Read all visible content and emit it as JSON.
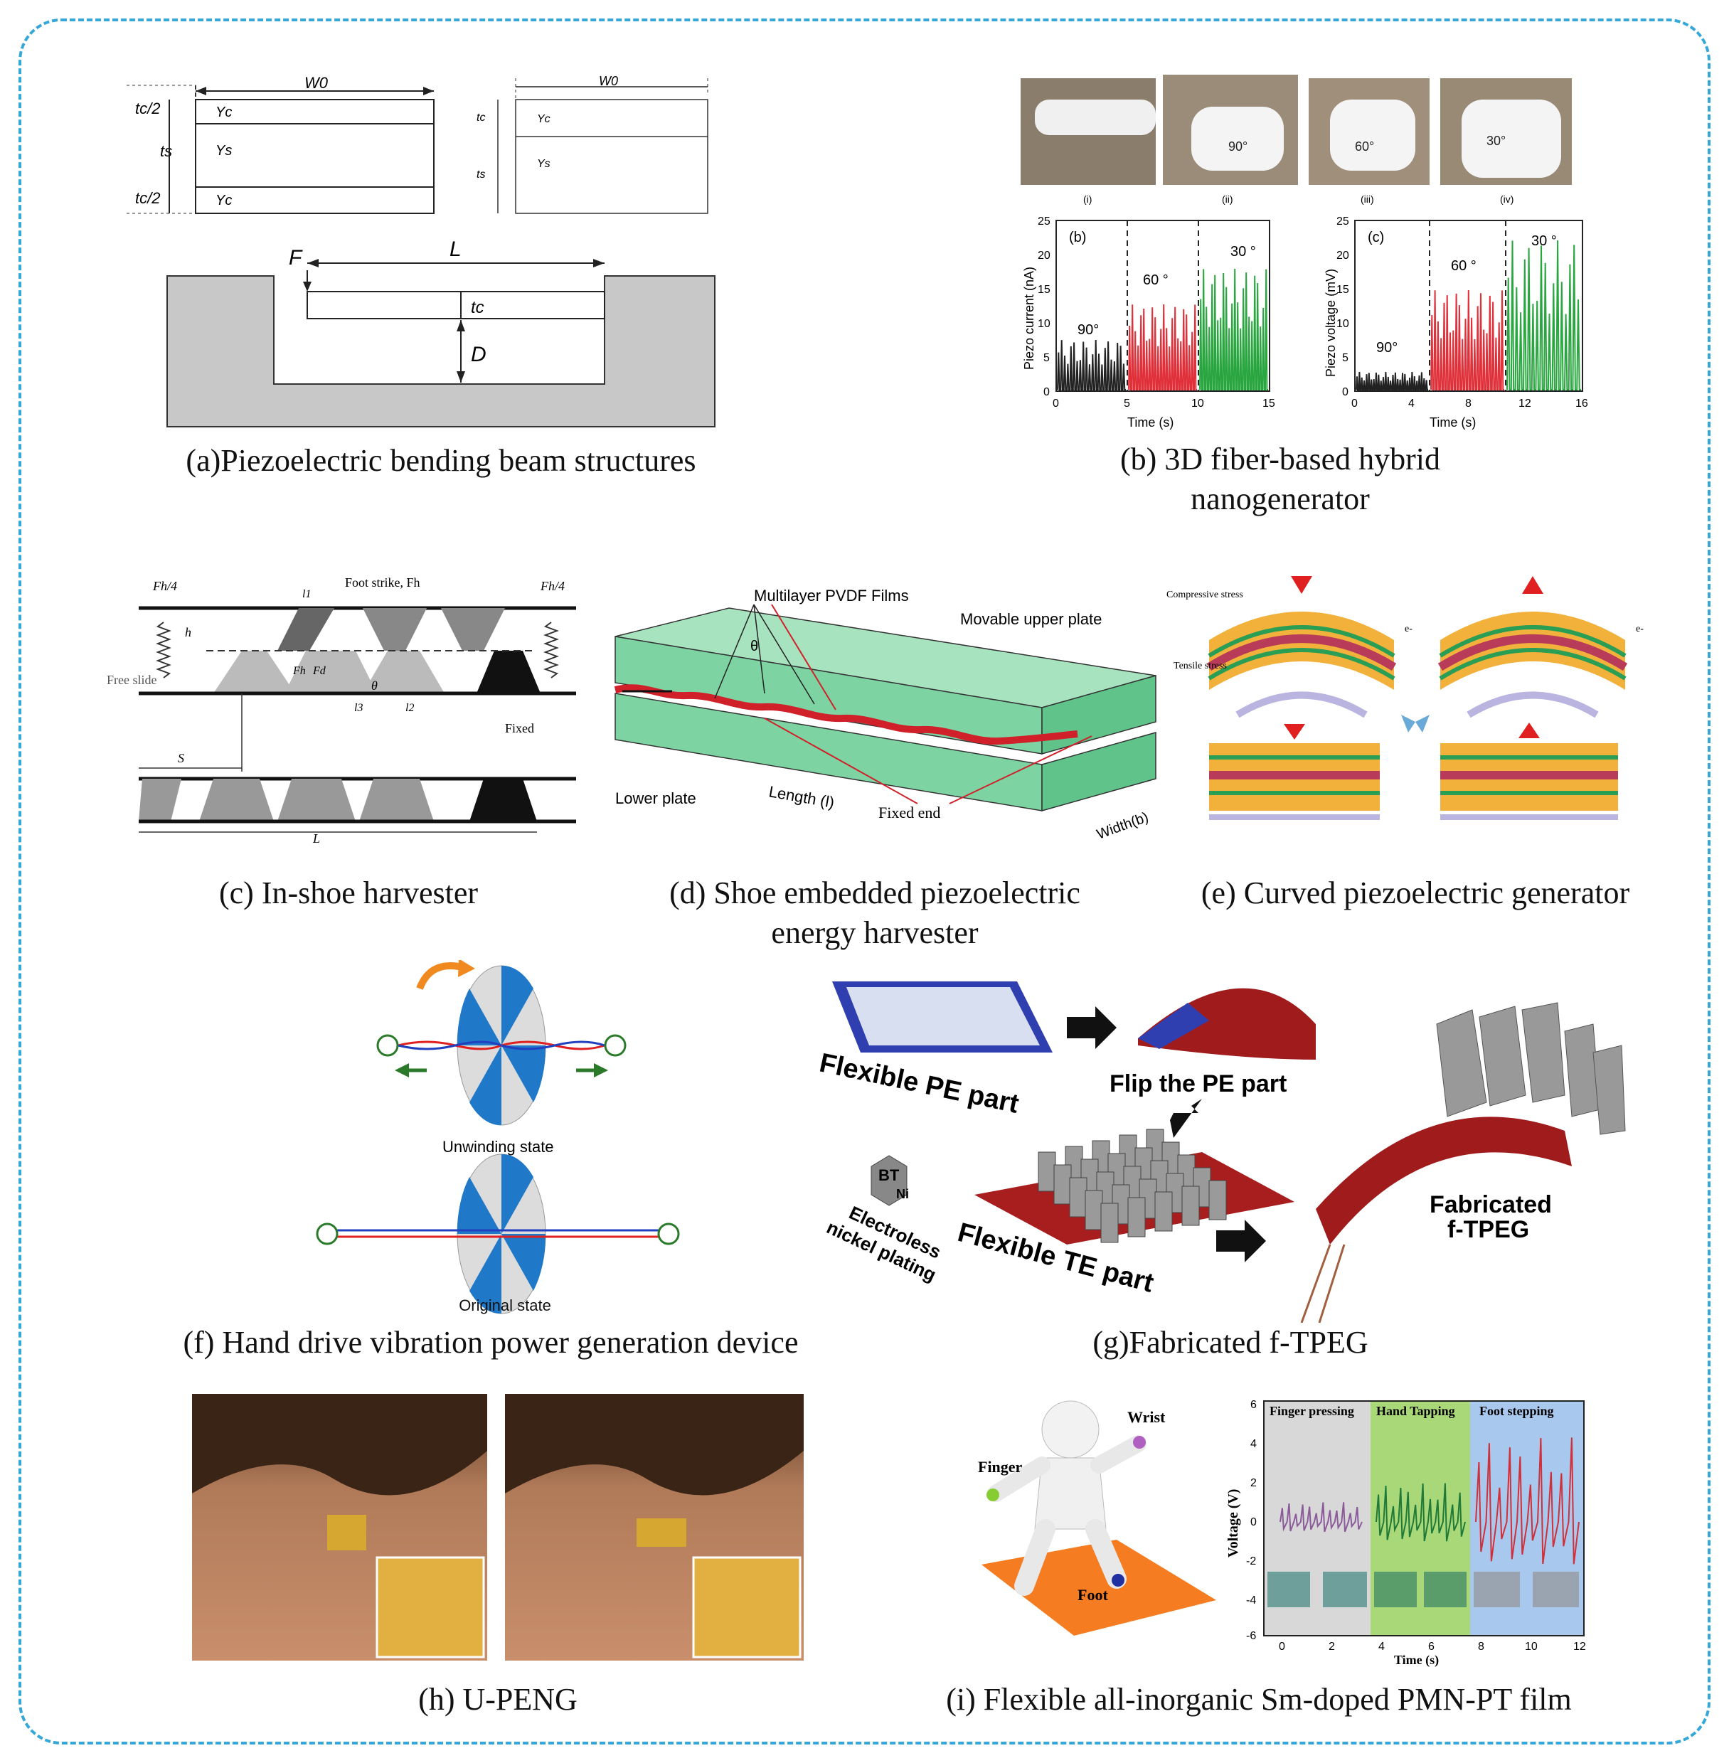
{
  "captions": {
    "a": "(a)Piezoelectric bending beam structures",
    "b_line1": "(b) 3D fiber-based hybrid",
    "b_line2": "nanogenerator",
    "c": "(c) In-shoe harvester",
    "d_line1": "(d) Shoe embedded piezoelectric",
    "d_line2": "energy harvester",
    "e": "(e) Curved piezoelectric generator",
    "f": "(f)  Hand drive vibration power generation device",
    "g": "(g)Fabricated f-TPEG",
    "h": "(h) U-PENG",
    "i": "(i) Flexible all-inorganic Sm-doped PMN-PT film"
  },
  "panel_a": {
    "w0": "W0",
    "tc2_top": "tc/2",
    "ts": "ts",
    "tc2_bot": "tc/2",
    "yc": "Yc",
    "ys": "Ys",
    "tc": "tc",
    "f": "F",
    "l": "L",
    "tc_beam": "tc",
    "d": "D"
  },
  "panel_b": {
    "photo_labels": [
      "(i)",
      "(ii)",
      "(iii)",
      "(iv)"
    ],
    "angles": [
      "90°",
      "60°",
      "30°"
    ],
    "chart1": {
      "tag": "(b)",
      "ylabel": "Piezo  current (nA)",
      "xlabel": "Time (s)",
      "yticks": [
        "0",
        "5",
        "10",
        "15",
        "20",
        "25"
      ],
      "xticks": [
        "0",
        "5",
        "10",
        "15"
      ],
      "seg_labels": [
        "90°",
        "60 °",
        "30 °"
      ]
    },
    "chart2": {
      "tag": "(c)",
      "ylabel": "Piezo voltage (mV)",
      "xlabel": "Time (s)",
      "yticks": [
        "0",
        "5",
        "10",
        "15",
        "20",
        "25"
      ],
      "xticks": [
        "0",
        "4",
        "8",
        "12",
        "16"
      ],
      "seg_labels": [
        "90°",
        "60 °",
        "30 °"
      ]
    }
  },
  "panel_c": {
    "fh4_left": "Fh/4",
    "fh4_right": "Fh/4",
    "foot_strike": "Foot strike, Fh",
    "l1": "l1",
    "h": "h",
    "free_slide": "Free slide",
    "fh": "Fh",
    "fd": "Fd",
    "theta": "θ",
    "l3": "l3",
    "l2": "l2",
    "fixed": "Fixed",
    "s": "S",
    "L": "L"
  },
  "panel_d": {
    "films": "Multilayer PVDF Films",
    "theta": "θ",
    "upper": "Movable upper plate",
    "lower": "Lower plate",
    "length": "Length (l)",
    "fixed_end": "Fixed end",
    "width": "Width(b)"
  },
  "panel_e": {
    "compressive": "Compressive stress",
    "tensile": "Tensile stress",
    "electron": "e-"
  },
  "panel_f": {
    "unwinding": "Unwinding state",
    "original": "Original state"
  },
  "panel_g": {
    "pe_part": "Flexible PE part",
    "flip": "Flip the PE part",
    "bt": "BT",
    "ni": "Ni",
    "plating_1": "Electroless",
    "plating_2": "nickel plating",
    "te_part": "Flexible TE part",
    "fab_1": "Fabricated",
    "fab_2": "f-TPEG"
  },
  "panel_i": {
    "finger": "Finger",
    "wrist": "Wrist",
    "foot": "Foot",
    "seg1": "Finger pressing",
    "seg2": "Hand Tapping",
    "seg3": "Foot stepping",
    "ylabel": "Voltage (V)",
    "xlabel": "Time (s)",
    "yticks": [
      "6",
      "4",
      "2",
      "0",
      "-2",
      "-4",
      "-6"
    ],
    "xticks": [
      "0",
      "2",
      "4",
      "6",
      "8",
      "10",
      "12"
    ]
  },
  "colors": {
    "frame": "#35a7d8",
    "black_trace": "#222222",
    "red_trace": "#e0303a",
    "green_trace": "#2aa640",
    "plate": "#6fcf97"
  }
}
